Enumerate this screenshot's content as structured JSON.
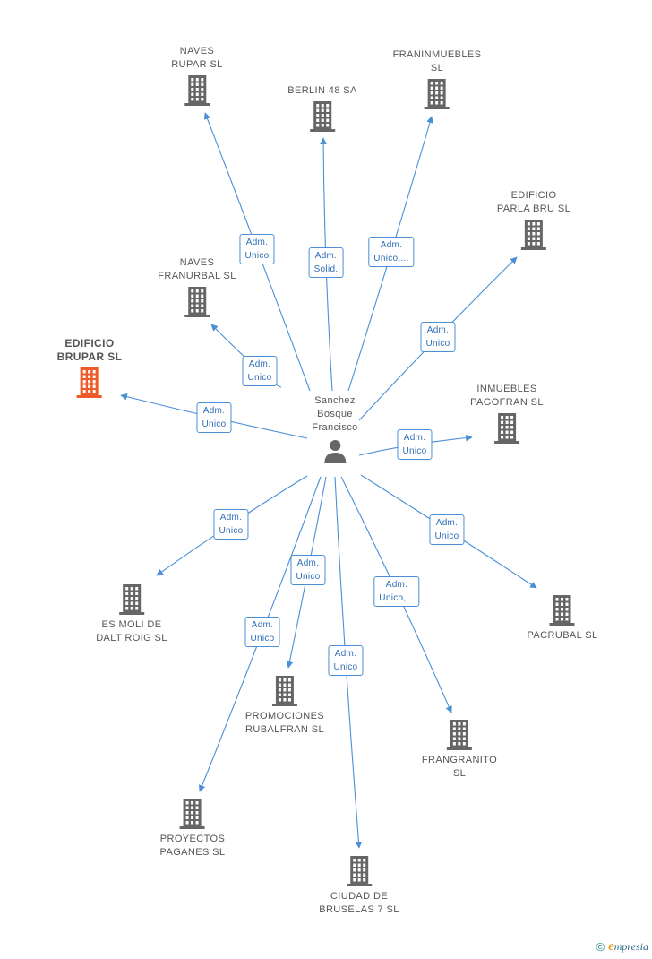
{
  "center": {
    "label": "Sanchez\nBosque\nFrancisco",
    "icon": "person-icon"
  },
  "colors": {
    "edge": "#4a8fd6",
    "building": "#666666",
    "highlight": "#f05a28"
  },
  "nodes": [
    {
      "id": "naves-rupar",
      "label": "NAVES\nRUPAR SL",
      "highlight": false
    },
    {
      "id": "berlin-48",
      "label": "BERLIN 48 SA",
      "highlight": false
    },
    {
      "id": "franinmuebles",
      "label": "FRANINMUEBLES\nSL",
      "highlight": false
    },
    {
      "id": "edificio-parla-bru",
      "label": "EDIFICIO\nPARLA BRU SL",
      "highlight": false
    },
    {
      "id": "naves-franurbal",
      "label": "NAVES\nFRANURBAL SL",
      "highlight": false
    },
    {
      "id": "edificio-brupar",
      "label": "EDIFICIO\nBRUPAR SL",
      "highlight": true
    },
    {
      "id": "inmuebles-pagofran",
      "label": "INMUEBLES\nPAGOFRAN SL",
      "highlight": false
    },
    {
      "id": "es-moli",
      "label": "ES MOLI DE\nDALT ROIG SL",
      "highlight": false
    },
    {
      "id": "pacrubal",
      "label": "PACRUBAL  SL",
      "highlight": false
    },
    {
      "id": "promociones-rubalfran",
      "label": "PROMOCIONES\nRUBALFRAN SL",
      "highlight": false
    },
    {
      "id": "frangranito",
      "label": "FRANGRANITO\nSL",
      "highlight": false
    },
    {
      "id": "proyectos-paganes",
      "label": "PROYECTOS\nPAGANES SL",
      "highlight": false
    },
    {
      "id": "ciudad-bruselas",
      "label": "CIUDAD DE\nBRUSELAS 7 SL",
      "highlight": false
    }
  ],
  "edges": [
    {
      "to": "naves-rupar",
      "label": "Adm.\nUnico"
    },
    {
      "to": "berlin-48",
      "label": "Adm.\nSolid."
    },
    {
      "to": "franinmuebles",
      "label": "Adm.\nUnico,..."
    },
    {
      "to": "edificio-parla-bru",
      "label": "Adm.\nUnico"
    },
    {
      "to": "naves-franurbal",
      "label": "Adm.\nUnico"
    },
    {
      "to": "edificio-brupar",
      "label": "Adm.\nUnico"
    },
    {
      "to": "inmuebles-pagofran",
      "label": "Adm.\nUnico"
    },
    {
      "to": "es-moli",
      "label": "Adm.\nUnico"
    },
    {
      "to": "pacrubal",
      "label": "Adm.\nUnico"
    },
    {
      "to": "promociones-rubalfran",
      "label": "Adm.\nUnico"
    },
    {
      "to": "frangranito",
      "label": "Adm.\nUnico,..."
    },
    {
      "to": "proyectos-paganes",
      "label": "Adm.\nUnico"
    },
    {
      "to": "ciudad-bruselas",
      "label": "Adm.\nUnico"
    }
  ],
  "footer": {
    "copyright": "©",
    "brand_initial": "e",
    "brand_rest": "mpresia"
  }
}
